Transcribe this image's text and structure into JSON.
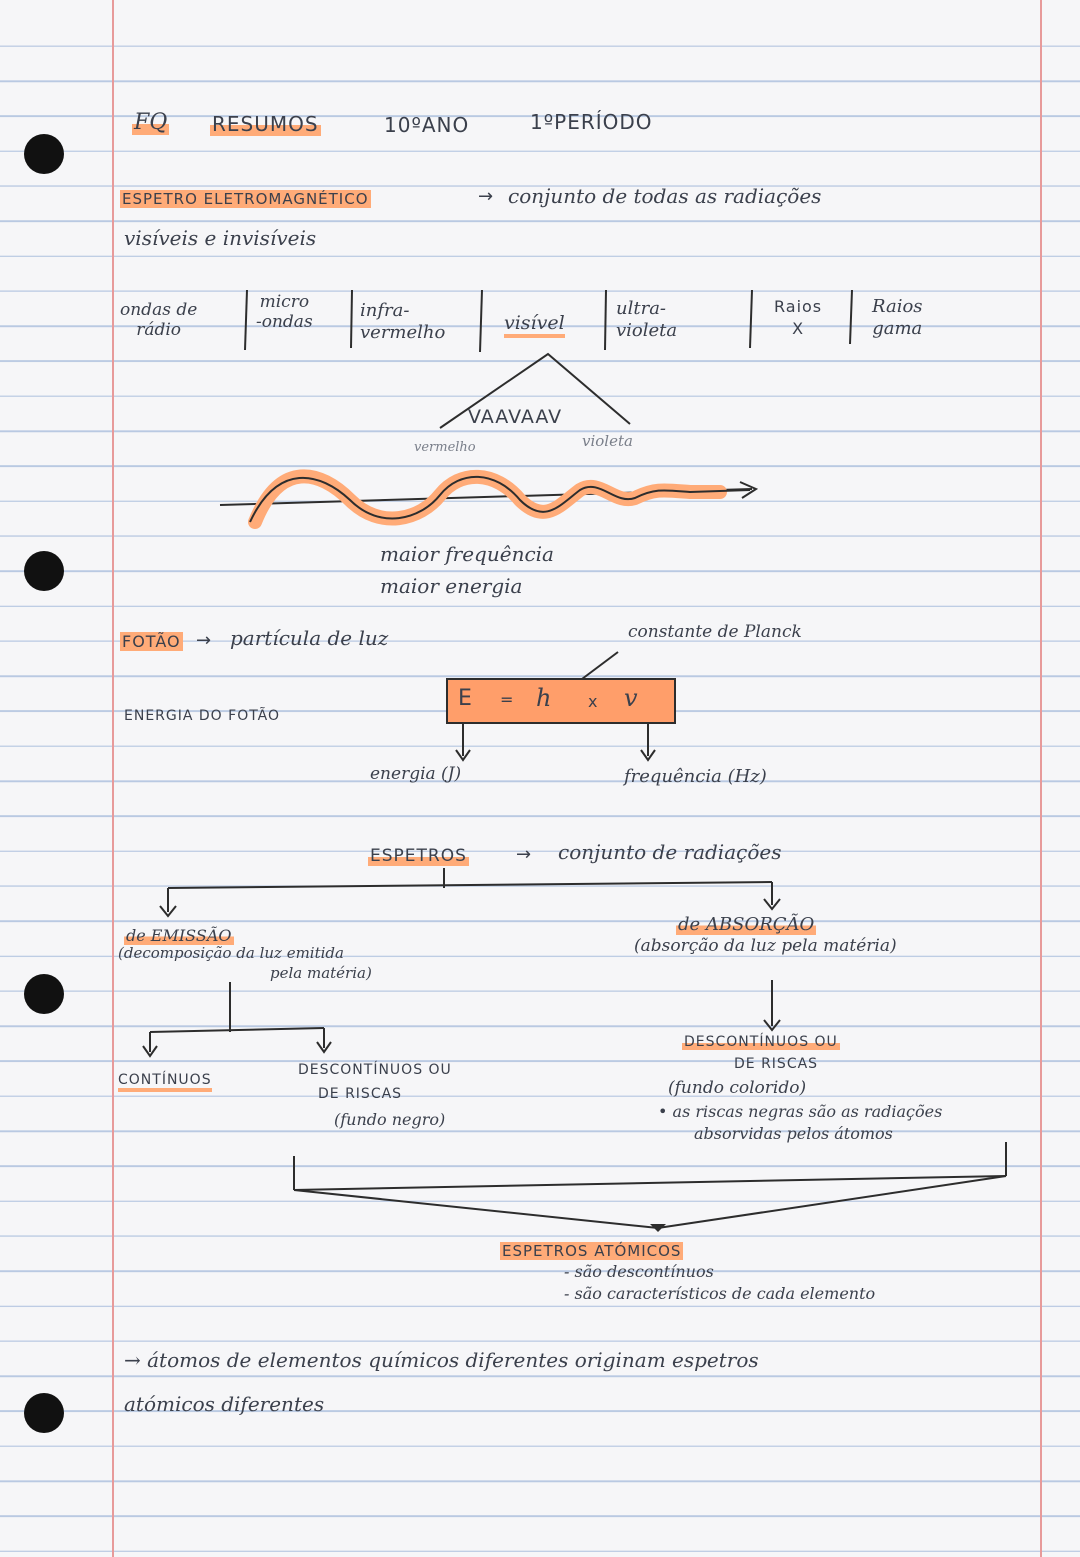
{
  "header": {
    "subject": "FQ",
    "title": "RESUMOS",
    "year": "10ºANO",
    "period": "1ºPERÍODO"
  },
  "espetro": {
    "term": "ESPETRO ELETROMAGNÉTICO",
    "arrow": "→",
    "definition_1": "conjunto de todas as radiações",
    "definition_2": "visíveis e invisíveis"
  },
  "spectrum_bands": [
    {
      "line1": "ondas de",
      "line2": "rádio"
    },
    {
      "line1": "micro",
      "line2": "-ondas"
    },
    {
      "line1": "infra-",
      "line2": "vermelho"
    },
    {
      "line1": "visível",
      "line2": ""
    },
    {
      "line1": "ultra-",
      "line2": "violeta"
    },
    {
      "line1": "Raios",
      "line2": "X"
    },
    {
      "line1": "Raios",
      "line2": "gama"
    }
  ],
  "visible": {
    "colors": "VAAVAAV",
    "left_label": "vermelho",
    "right_label": "violeta"
  },
  "wave_caption": {
    "line1": "maior frequência",
    "line2": "maior energia"
  },
  "fotao": {
    "term": "FOTÃO",
    "arrow": "→",
    "definition": "partícula de luz",
    "energy_label": "ENERGIA DO FOTÃO",
    "planck_label": "constante de Planck",
    "formula": {
      "E": "E",
      "eq": "=",
      "h": "h",
      "x": "x",
      "v": "v"
    },
    "energy_unit": "energia (J)",
    "freq_unit": "frequência (Hz)"
  },
  "espetros": {
    "term": "ESPETROS",
    "arrow": "→",
    "definition": "conjunto de radiações",
    "emissao": {
      "title": "de EMISSÃO",
      "desc_1": "(decomposição da luz emitida",
      "desc_2": "pela matéria)"
    },
    "absorcao": {
      "title": "de ABSORÇÃO",
      "desc": "(absorção da luz pela matéria)"
    },
    "continuos": "CONTÍNUOS",
    "descontinuos_emissao": {
      "line1": "DESCONTÍNUOS OU",
      "line2": "DE RISCAS",
      "line3": "(fundo negro)"
    },
    "descontinuos_absorcao": {
      "line1": "DESCONTÍNUOS OU",
      "line2": "DE RISCAS",
      "line3": "(fundo colorido)",
      "bullet_1": "• as riscas negras são as radiações",
      "bullet_2": "absorvidas pelos átomos"
    }
  },
  "atomicos": {
    "title": "ESPETROS ATÓMICOS",
    "bullet_1": "- são descontínuos",
    "bullet_2": "- são característicos de cada elemento"
  },
  "conclusion": {
    "line1": "→ átomos de elementos químicos diferentes originam espetros",
    "line2": "atómicos diferentes"
  },
  "colors": {
    "highlight": "#ffab78",
    "ink": "#3b404c",
    "margin": "#e79a9a",
    "rule": "#b9c9e2"
  }
}
